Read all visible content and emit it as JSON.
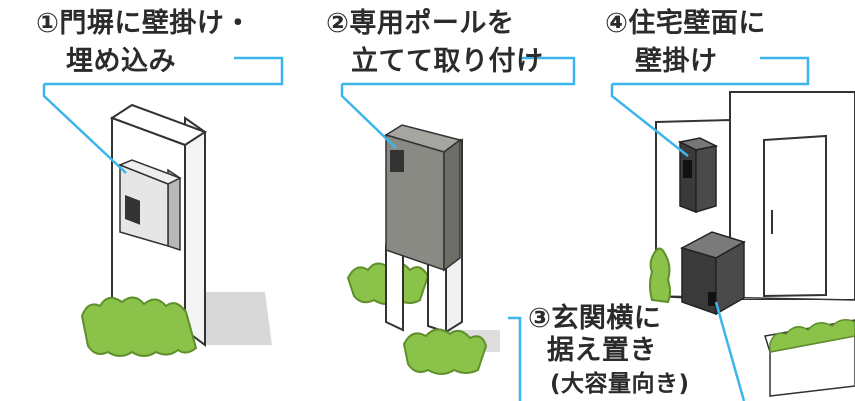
{
  "colors": {
    "leader": "#3cb6ea",
    "grass": "#8bc34a",
    "grass_dark": "#5f8f2a",
    "outline": "#333333",
    "box_light": "#e6e6e6",
    "box_dark": "#5a5a5a",
    "box_medium": "#8a8a84",
    "wall": "#ffffff",
    "shadow": "#d8d8d8"
  },
  "labels": {
    "item1": {
      "line1": "①門塀に壁掛け・",
      "line2": "埋め込み"
    },
    "item2": {
      "line1": "②専用ポールを",
      "line2": "立てて取り付け"
    },
    "item3": {
      "line1": "③玄関横に",
      "line2": "据え置き",
      "line3": "(大容量向き)"
    },
    "item4": {
      "line1": "④住宅壁面に",
      "line2": "壁掛け"
    }
  }
}
